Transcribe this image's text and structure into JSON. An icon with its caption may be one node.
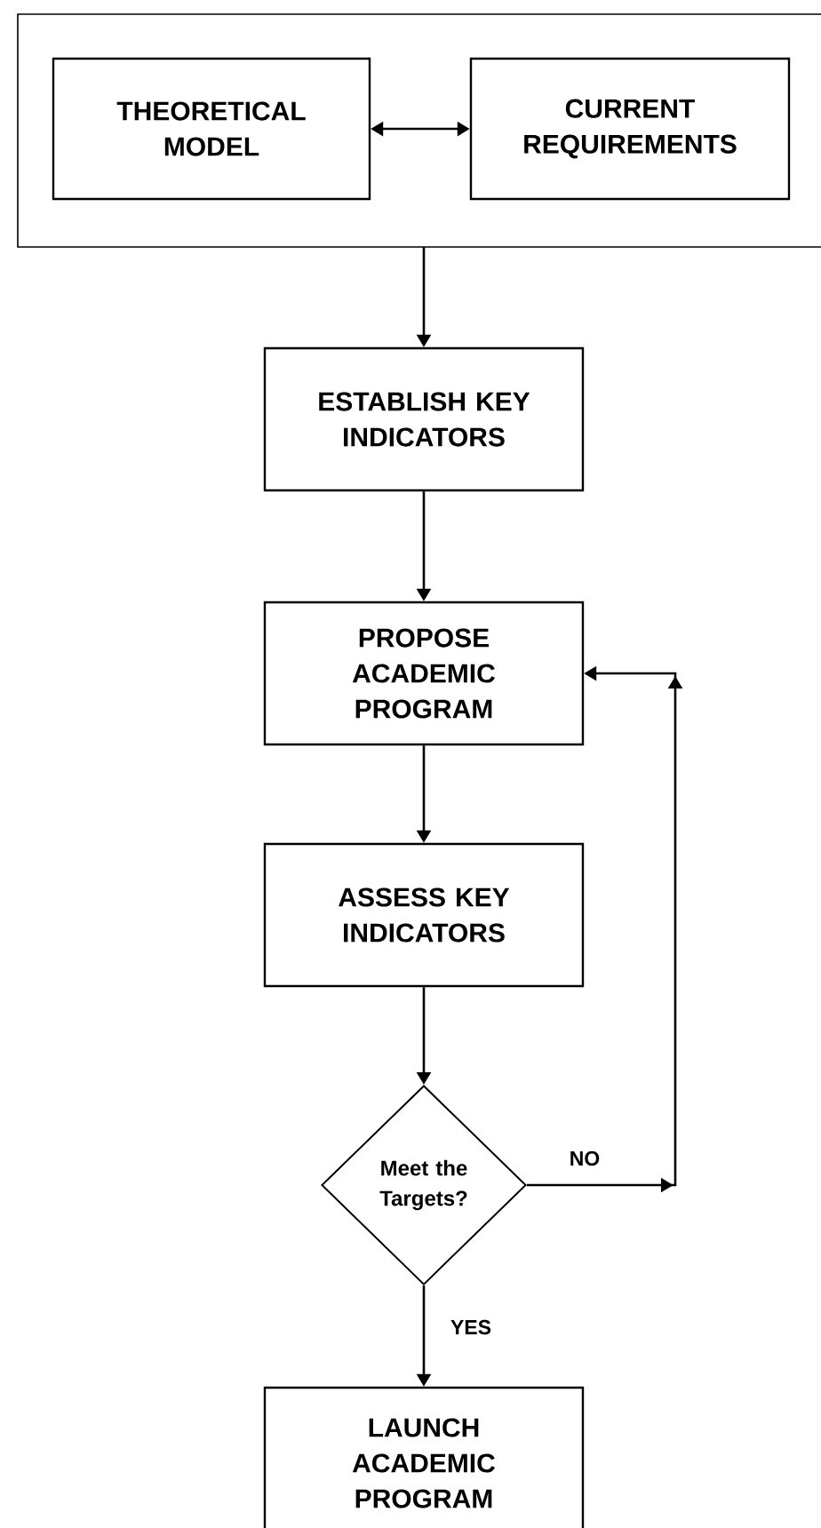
{
  "diagram": {
    "nodes": [
      {
        "text": [],
        "shape": "box"
      },
      {
        "text": [
          "THEORETICAL MODEL"
        ],
        "in": 0
      },
      {
        "text": [
          "CURRENT REQUIREMENTS"
        ],
        "in": 0
      },
      {
        "text": [
          "ESTABLISH KEY INDICATORS"
        ]
      },
      {
        "text": [
          "PROPOSE ACADEMIC PROGRAM"
        ]
      },
      {
        "text": [
          "ASSESS KEY INDICATORS"
        ]
      },
      {
        "text": [
          "Meet the Targets?"
        ]
      },
      {
        "text": [
          "LAUNCH ACADEMIC PROGRAM"
        ]
      }
    ],
    "edges": [
      {
        "from": 1,
        "to": 2,
        "arrow": "both"
      },
      {
        "from": 0,
        "to": 3,
        "arrow": "to"
      },
      {
        "from": 3,
        "to": 4,
        "arrow": "to"
      },
      {
        "from": 4,
        "to": 5,
        "arrow": "to"
      },
      {
        "from": 5,
        "to": 6,
        "arrow": "to"
      },
      {
        "from": 6,
        "to": 4,
        "arrow": "to",
        "label": "NO"
      },
      {
        "from": 6,
        "to": 7,
        "arrow": "to",
        "label": "YES"
      }
    ]
  }
}
